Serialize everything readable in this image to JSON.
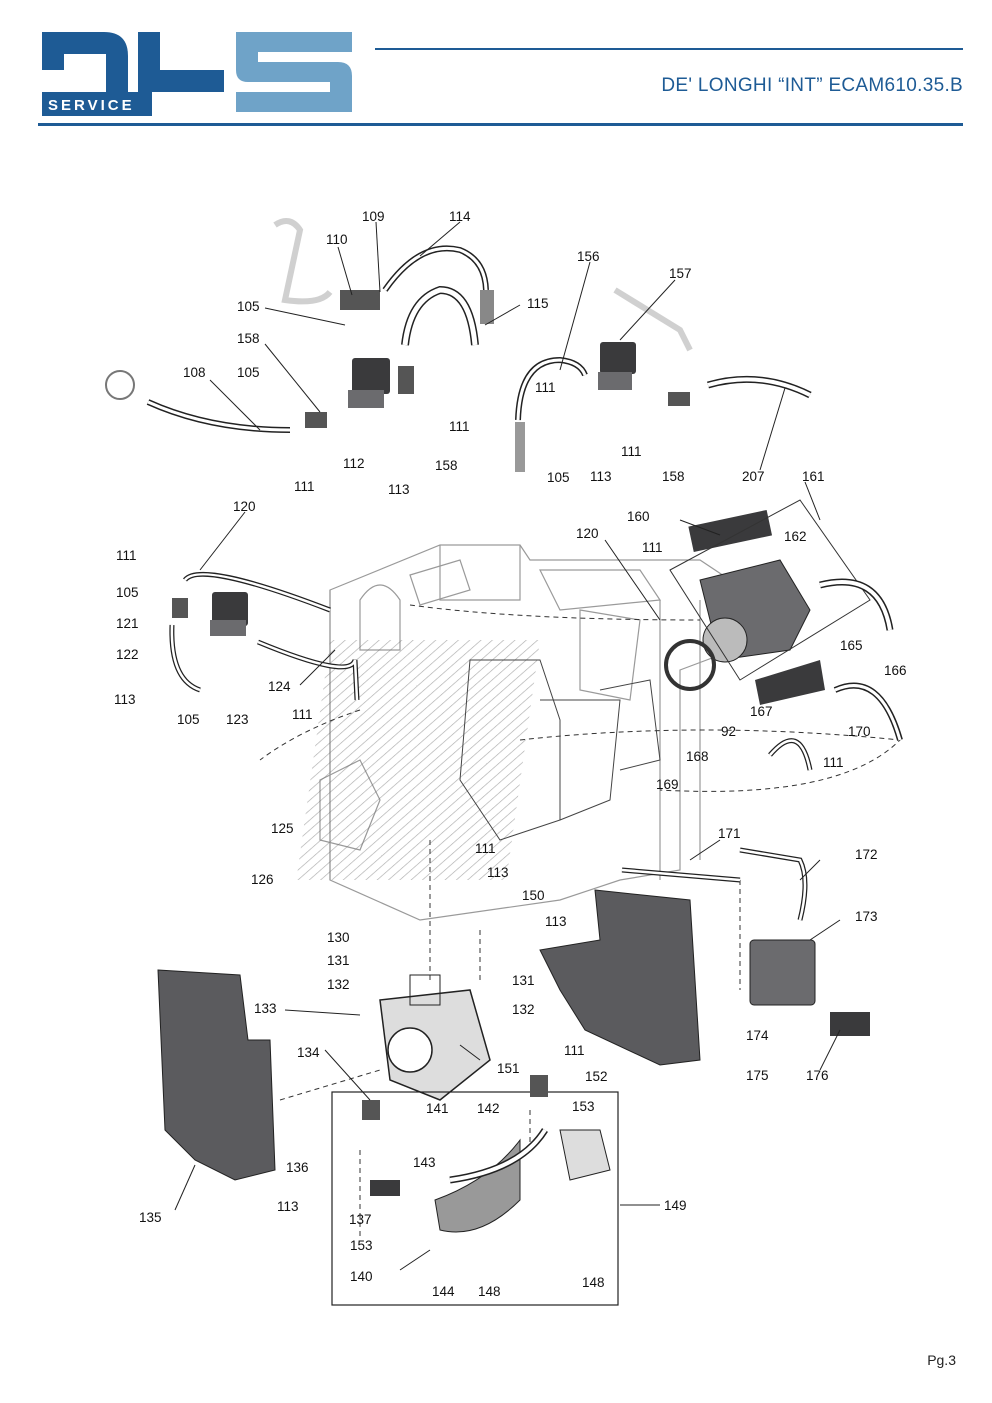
{
  "brand": {
    "logo_text": "DLS",
    "service_label": "SERVICE",
    "primary_color": "#1e5b95",
    "light_color": "#6fa3c8"
  },
  "header": {
    "title": "DE' LONGHI “INT” ECAM610.35.B"
  },
  "footer": {
    "page": "Pg.3"
  },
  "callouts": [
    "109",
    "110",
    "114",
    "105",
    "158",
    "115",
    "156",
    "157",
    "108",
    "105",
    "111",
    "111",
    "112",
    "158",
    "113",
    "111",
    "105",
    "113",
    "158",
    "111",
    "207",
    "120",
    "111",
    "105",
    "121",
    "122",
    "113",
    "105",
    "123",
    "124",
    "111",
    "120",
    "111",
    "160",
    "161",
    "162",
    "165",
    "166",
    "167",
    "170",
    "111",
    "92",
    "168",
    "169",
    "125",
    "126",
    "111",
    "113",
    "150",
    "113",
    "130",
    "131",
    "132",
    "131",
    "132",
    "133",
    "171",
    "172",
    "173",
    "174",
    "175",
    "176",
    "134",
    "111",
    "152",
    "153",
    "141",
    "142",
    "151",
    "136",
    "143",
    "113",
    "135",
    "137",
    "153",
    "149",
    "140",
    "144",
    "148",
    "148"
  ],
  "colors": {
    "part_dark": "#3a3a3c",
    "part_mid": "#6b6b6e",
    "outline": "#2a2a2a",
    "frame_gray": "#9a9a9a"
  }
}
